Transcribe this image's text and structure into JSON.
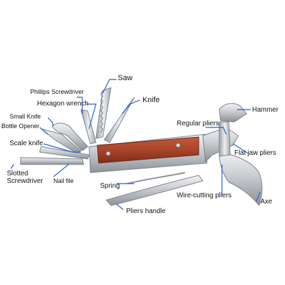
{
  "labels": {
    "saw": "Saw",
    "phillips_screwdriver": "Phillips Screwdriver",
    "knife": "Knife",
    "hexagon_wrench": "Hexagon wrench",
    "small_knife": "Small Knife",
    "bottle_opener": "Bottle Opener",
    "scale_knife": "Scale knife",
    "slotted_screwdriver_line1": "Slotted",
    "slotted_screwdriver_line2": "Screwdriver",
    "nail_file": "Nail file",
    "spring": "Spring",
    "pliers_handle": "Pliers handle",
    "hammer": "Hammer",
    "regular_pliers": "Regular pliers",
    "flat_jaw_pliers": "Flat jaw pliers",
    "wire_cutting_pliers": "Wire-cutting pliers",
    "axe": "Axe"
  },
  "colors": {
    "leader_line": "#1f5fd6",
    "wood_handle": "#a8442a",
    "steel_light": "#e6e8ea",
    "steel_mid": "#b9bdc2",
    "steel_dark": "#7d8288"
  }
}
